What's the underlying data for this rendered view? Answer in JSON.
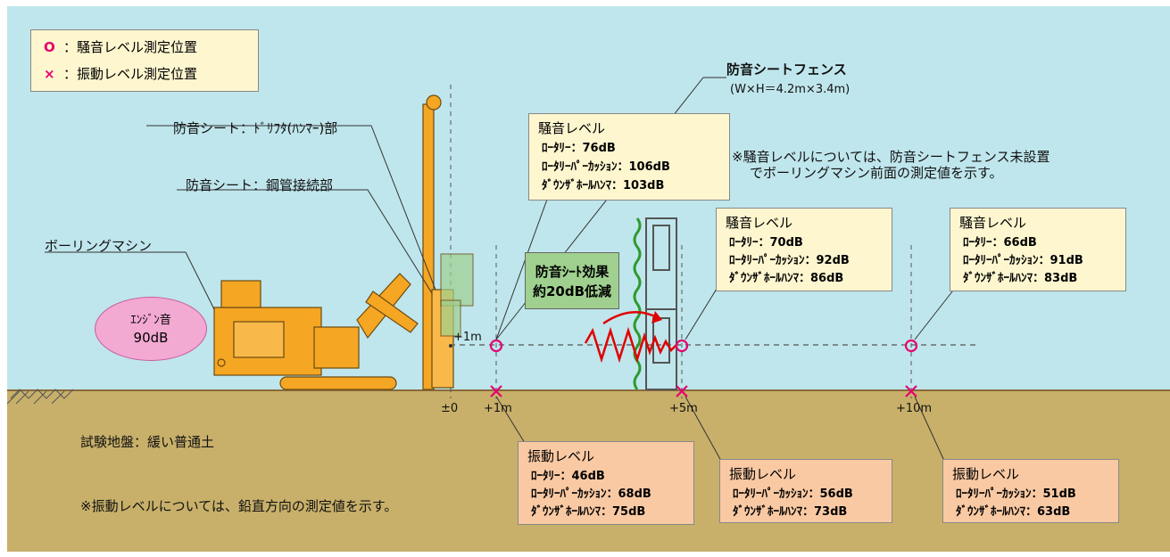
{
  "legend": {
    "noise_mark": "O",
    "noise_label": "：騒音レベル測定位置",
    "vibration_mark": "×",
    "vibration_label": "：振動レベル測定位置",
    "noise_color": "#e4006e",
    "vibration_color": "#e4006e"
  },
  "labels": {
    "fence_title": "防音シートフェンス",
    "fence_size": "(W×H＝4.2m×3.4m)",
    "sheet_drifter": "防音シート：ﾄﾞﾘﾌﾀ(ﾊﾝﾏｰ)部",
    "sheet_joint": "防音シート：鋼管接続部",
    "boring_machine": "ボーリングマシン",
    "noise_note_line1": "※騒音レベルについては、防音シートフェンス未設置",
    "noise_note_line2": "でボーリングマシン前面の測定値を示す。",
    "effect_line1": "防音ｼｰﾄ効果",
    "effect_line2": "約20dB低減",
    "engine_line1": "ｴﾝｼﾞﾝ音",
    "engine_line2": "90dB",
    "ground_type": "試験地盤：緩い普通土",
    "vibration_note": "※振動レベルについては、鉛直方向の測定値を示す。"
  },
  "ticks": {
    "plus1_upper": "+1m",
    "zero": "±0",
    "plus1": "+1m",
    "plus5": "+5m",
    "plus10": "+10m"
  },
  "noise_boxes": [
    {
      "title": "騒音レベル",
      "lines": [
        "ﾛｰﾀﾘｰ：76dB",
        "ﾛｰﾀﾘｰﾊﾟｰｶｯｼｮﾝ：106dB",
        "ﾀﾞｳﾝｻﾞﾎｰﾙﾊﾝﾏ：103dB"
      ]
    },
    {
      "title": "騒音レベル",
      "lines": [
        "ﾛｰﾀﾘｰ：70dB",
        "ﾛｰﾀﾘｰﾊﾟｰｶｯｼｮﾝ：92dB",
        "ﾀﾞｳﾝｻﾞﾎｰﾙﾊﾝﾏ：86dB"
      ]
    },
    {
      "title": "騒音レベル",
      "lines": [
        "ﾛｰﾀﾘｰ：66dB",
        "ﾛｰﾀﾘｰﾊﾟｰｶｯｼｮﾝ：91dB",
        "ﾀﾞｳﾝｻﾞﾎｰﾙﾊﾝﾏ：83dB"
      ]
    }
  ],
  "vibration_boxes": [
    {
      "title": "振動レベル",
      "lines": [
        "ﾛｰﾀﾘｰ：46dB",
        "ﾛｰﾀﾘｰﾊﾟｰｶｯｼｮﾝ：68dB",
        "ﾀﾞｳﾝｻﾞﾎｰﾙﾊﾝﾏ：75dB"
      ]
    },
    {
      "title": "振動レベル",
      "lines": [
        "ﾛｰﾀﾘｰﾊﾟｰｶｯｼｮﾝ：56dB",
        "ﾀﾞｳﾝｻﾞﾎｰﾙﾊﾝﾏ：73dB"
      ]
    },
    {
      "title": "振動レベル",
      "lines": [
        "ﾛｰﾀﾘｰﾊﾟｰｶｯｼｮﾝ：51dB",
        "ﾀﾞｳﾝｻﾞﾎｰﾙﾊﾝﾏ：63dB"
      ]
    }
  ],
  "colors": {
    "sky": "#bfe6ec",
    "ground": "#c8b06a",
    "machine": "#f5a623",
    "noise_box": "#fdf6cf",
    "vibration_box": "#f9c9a3",
    "effect_box": "#9fd08f",
    "engine_ellipse": "#f2a9d2",
    "wave": "#e00000",
    "fence_green": "#2e9a2e",
    "marker": "#e4006e"
  }
}
